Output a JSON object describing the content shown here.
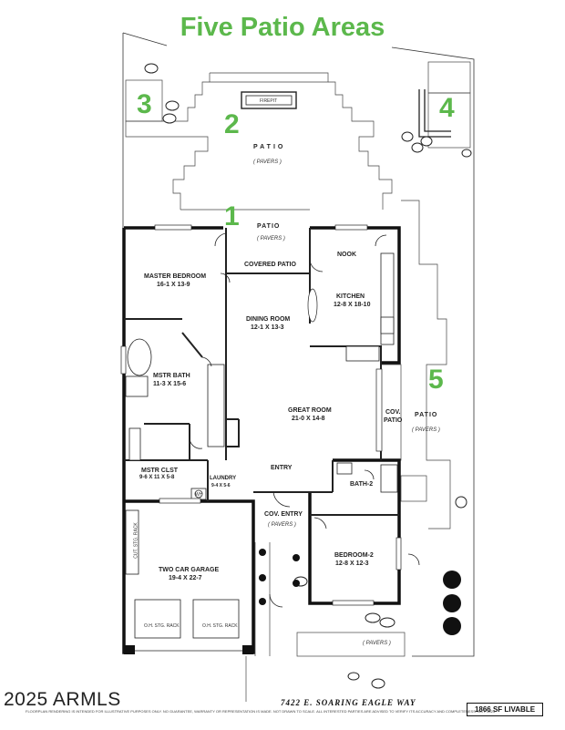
{
  "title": "Five Patio Areas",
  "accent_color": "#5cb84c",
  "zones": [
    "1",
    "2",
    "3",
    "4",
    "5"
  ],
  "rooms": {
    "firepit": "FIREPIT",
    "patio_top": "PATIO",
    "pavers_top": "( PAVERS )",
    "patio_mid": "PATIO",
    "pavers_mid": "( PAVERS )",
    "covered_patio": "COVERED PATIO",
    "nook": "NOOK",
    "master_bedroom": "MASTER BEDROOM",
    "master_bedroom_size": "16-1 X 13-9",
    "dining_room": "DINING ROOM",
    "dining_room_size": "12-1 X 13-3",
    "kitchen": "KITCHEN",
    "kitchen_size": "12-8 X 18-10",
    "mstr_bath": "MSTR BATH",
    "mstr_bath_size": "11-3 X 15-6",
    "great_room": "GREAT ROOM",
    "great_room_size": "21-0 X 14-8",
    "cov_patio": "COV.",
    "cov_patio_2": "PATIO",
    "patio_right": "PATIO",
    "pavers_right": "( PAVERS )",
    "mstr_clst": "MSTR CLST",
    "mstr_clst_size": "9-6 X 11 X 5-8",
    "laundry": "LAUNDRY",
    "laundry_size": "9-4 X 5-6",
    "entry": "ENTRY",
    "bath2": "BATH-2",
    "wh": "WH",
    "cov_entry": "COV. ENTRY",
    "pavers_entry": "( PAVERS )",
    "garage": "TWO CAR GARAGE",
    "garage_size": "19-4 X 22-7",
    "bedroom2": "BEDROOM-2",
    "bedroom2_size": "12-8 X 12-3",
    "oh_rack_1": "O.H. STG. RACK",
    "oh_rack_2": "O.H. STG. RACK",
    "cut_stg_rack": "CUT. STG. RACK",
    "pavers_bottom": "( PAVERS )"
  },
  "watermark": "2025 ARMLS",
  "address": "7422 E. SOARING EAGLE WAY",
  "sqft": "1866 SF LIVABLE",
  "disclaimer": "FLOORPLAN RENDERING IS INTENDED FOR ILLUSTRATIVE PURPOSES ONLY.  NO GUARANTEE, WARRANTY OR REPRESENTATION IS MADE.  NOT DRAWN TO SCALE.  ALL INTERESTED PARTIES ARE ADVISED TO VERIFY ITS ACCURACY AND COMPLETENESS.  OCT. 2025"
}
